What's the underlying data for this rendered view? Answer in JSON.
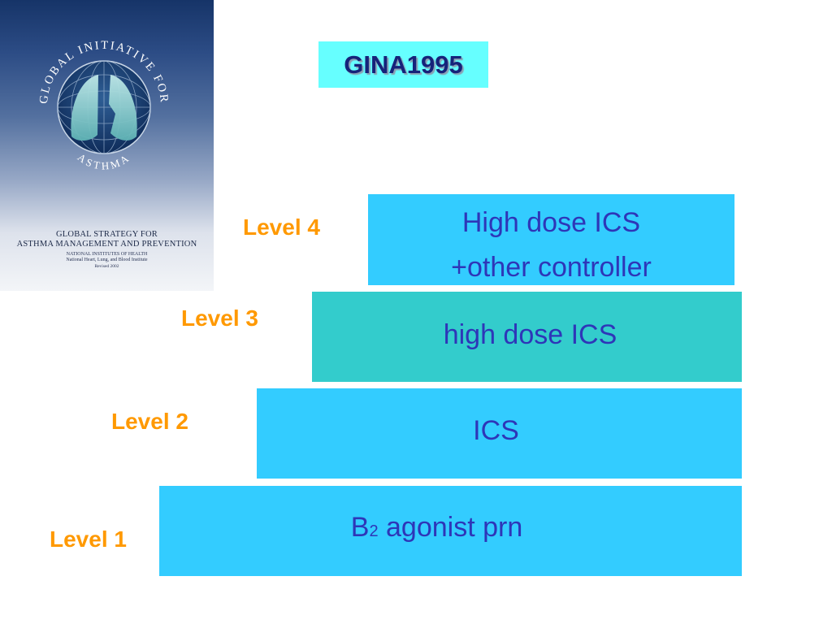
{
  "cover": {
    "arc_top": "GLOBAL INITIATIVE FOR",
    "arc_bottom": "ASTHMA",
    "strategy_line1": "GLOBAL STRATEGY FOR",
    "strategy_line2": "ASTHMA MANAGEMENT AND PREVENTION",
    "nih_line1": "NATIONAL INSTITUTES OF HEALTH",
    "nih_line2": "National Heart, Lung, and Blood Institute",
    "revised": "Revised 2002"
  },
  "title": "GINA1995",
  "levels": [
    {
      "label": "Level 4",
      "treatment_line1": "High dose ICS",
      "treatment_line2": "+other controller"
    },
    {
      "label": "Level 3",
      "treatment": "high dose ICS"
    },
    {
      "label": "Level 2",
      "treatment": "ICS"
    },
    {
      "label": "Level 1",
      "treatment_prefix": "B",
      "treatment_sub": "2",
      "treatment_suffix": " agonist prn"
    }
  ],
  "colors": {
    "title_bg": "#66ffff",
    "step_cyan": "#33ccff",
    "step_teal": "#33cccc",
    "level_label": "#ff9900",
    "treatment_text": "#2e36b8"
  }
}
